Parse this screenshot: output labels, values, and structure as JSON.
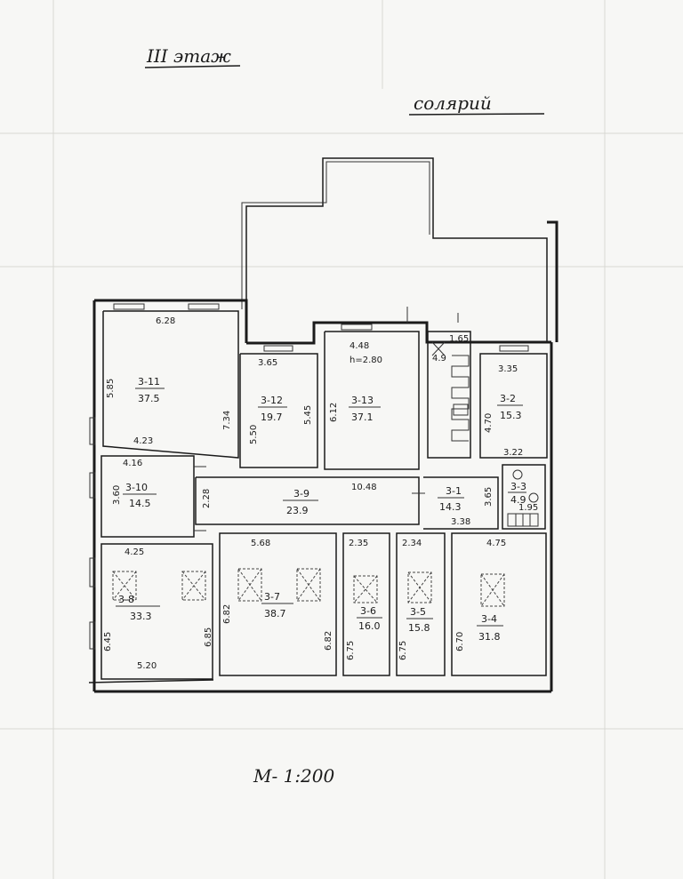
{
  "header": {
    "floor_label": "III этаж",
    "solarium_label": "солярий",
    "scale_label": "М- 1:200"
  },
  "rooms": [
    {
      "id": "3-11",
      "area": "37.5"
    },
    {
      "id": "3-12",
      "area": "19.7"
    },
    {
      "id": "3-13",
      "area": "37.1"
    },
    {
      "id": "3-2",
      "area": "15.3"
    },
    {
      "id": "3-10",
      "area": "14.5"
    },
    {
      "id": "3-9",
      "area": "23.9"
    },
    {
      "id": "3-1",
      "area": "14.3"
    },
    {
      "id": "3-3",
      "area": "4.9"
    },
    {
      "id": "3-8",
      "area": "33.3"
    },
    {
      "id": "3-7",
      "area": "38.7"
    },
    {
      "id": "3-6",
      "area": "16.0"
    },
    {
      "id": "3-5",
      "area": "15.8"
    },
    {
      "id": "3-4",
      "area": "31.8"
    }
  ],
  "dimensions": [
    "6.28",
    "5.85",
    "7.34",
    "4.23",
    "3.65",
    "5.50",
    "5.45",
    "4.48",
    "h=2.80",
    "6.12",
    "1.65",
    "4.9",
    "3.35",
    "4.70",
    "3.22",
    "4.16",
    "3.60",
    "2.28",
    "10.48",
    "3.65",
    "3.38",
    "1.95",
    "4.25",
    "5.68",
    "2.35",
    "2.34",
    "4.75",
    "6.45",
    "6.85",
    "6.82",
    "6.82",
    "6.75",
    "6.75",
    "6.70",
    "5.20"
  ]
}
